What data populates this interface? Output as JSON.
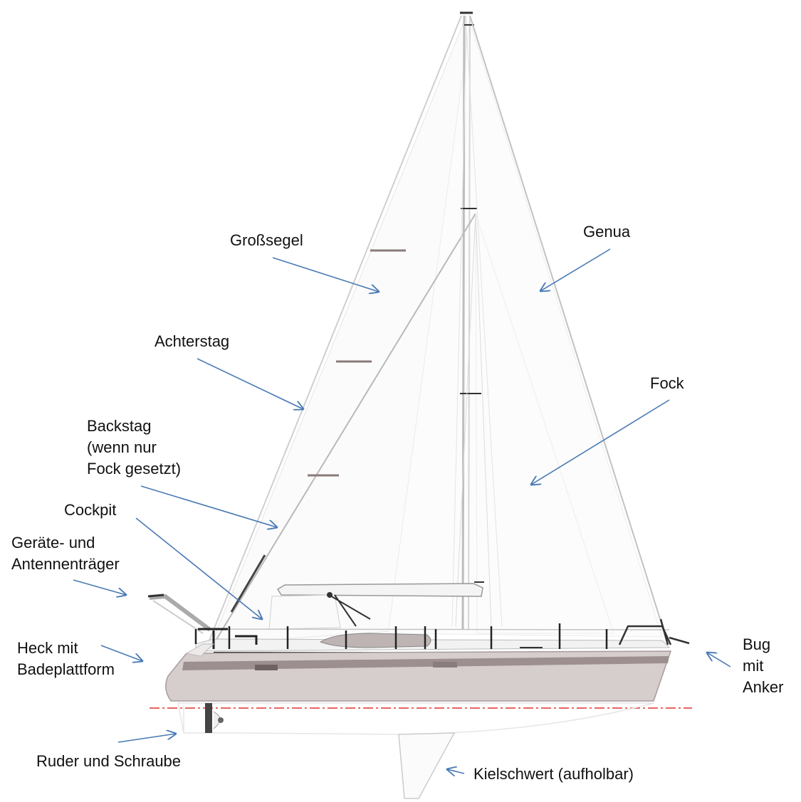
{
  "colors": {
    "arrow": "#4a7ab5",
    "rigging": "#c8c8c8",
    "hull": "#d2c6c6",
    "hull_stripe": "#9a8a8a",
    "waterline": "#e03030",
    "fittings": "#222222"
  },
  "labels": {
    "grosssegel": "Großsegel",
    "genua": "Genua",
    "achterstag": "Achterstag",
    "fock": "Fock",
    "backstag": [
      "Backstag",
      "(wenn nur",
      "Fock gesetzt)"
    ],
    "cockpit": "Cockpit",
    "traeger": [
      "Geräte- und",
      "Antennenträger"
    ],
    "heck": [
      "Heck mit",
      "Badeplattform"
    ],
    "bug": [
      "Bug",
      "mit",
      "Anker"
    ],
    "ruder": "Ruder und Schraube",
    "kielschwert": "Kielschwert (aufholbar)"
  }
}
